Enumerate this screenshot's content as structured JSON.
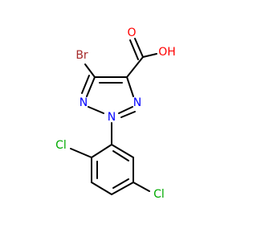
{
  "molecule": {
    "atoms": {
      "br": "Br",
      "o_carbonyl": "O",
      "oh": "OH",
      "n1": "N",
      "n2": "N",
      "n3": "N",
      "cl_ortho": "Cl",
      "cl_meta": "Cl"
    },
    "colors": {
      "bond": "#000000",
      "bromine": "#a52a2a",
      "oxygen": "#ff0000",
      "nitrogen": "#0000ff",
      "chlorine": "#00aa00"
    }
  }
}
